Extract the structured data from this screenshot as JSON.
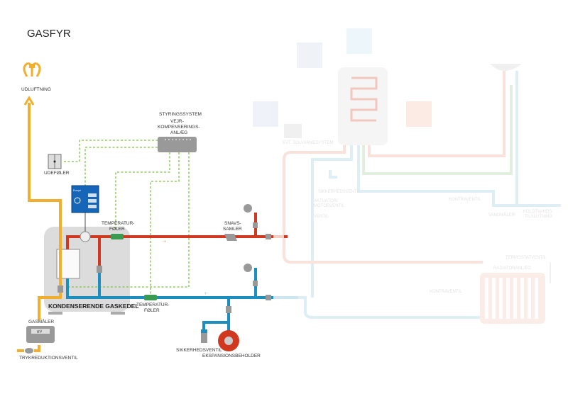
{
  "title": "GASFYR",
  "labels": {
    "udluftning": "UDLUFTNING",
    "styringssystem": "STYRINGSSYSTEM",
    "vejr1": "VEJR-",
    "vejr2": "KOMPENSERINGS-",
    "vejr3": "ANLÆG",
    "udefoler": "UDEFØLER",
    "temp1a": "TEMPERATUR-",
    "temp1b": "FØLER",
    "snavs1": "SNAVS-",
    "snavs2": "SAMLER",
    "kedel": "KONDENSERENDE GASKEDEL",
    "temp2a": "TEMPERATUR-",
    "temp2b": "FØLER",
    "gasmaler": "GASMÅLER",
    "m3": "m³",
    "trykred": "TRYKREDUKTIONSVENTIL",
    "sikkerhed": "SIKKERHEDSVENTIL",
    "ekspansion": "EKSPANSIONSBEHOLDER",
    "pumpe": "Pumpe"
  },
  "faded_labels": {
    "solvarme": "EVT. SOLVARMESYSTEM",
    "sikkerhedsventil": "SIKKERHEDSVENTIL",
    "aktuator1": "AKTUATOR/",
    "aktuator2": "MOTORVENTIL",
    "ventil": "VENTIL",
    "kontraventil1": "KONTRAVENTIL",
    "vandmaler": "VANDMÅLER",
    "koldt1": "KOLDTVANDS-",
    "koldt2": "TILSLUTNING",
    "termostat": "TERMOSTATVENTIL",
    "radiator": "RADIATORANLÆG",
    "kontraventil2": "KONTRAVENTIL"
  },
  "colors": {
    "supply": "#d0391f",
    "return": "#1a8fc0",
    "gas": "#f3ae2b",
    "signal": "#7cc242",
    "pump_panel": "#1565b8",
    "boiler": "#dcdcdc"
  }
}
